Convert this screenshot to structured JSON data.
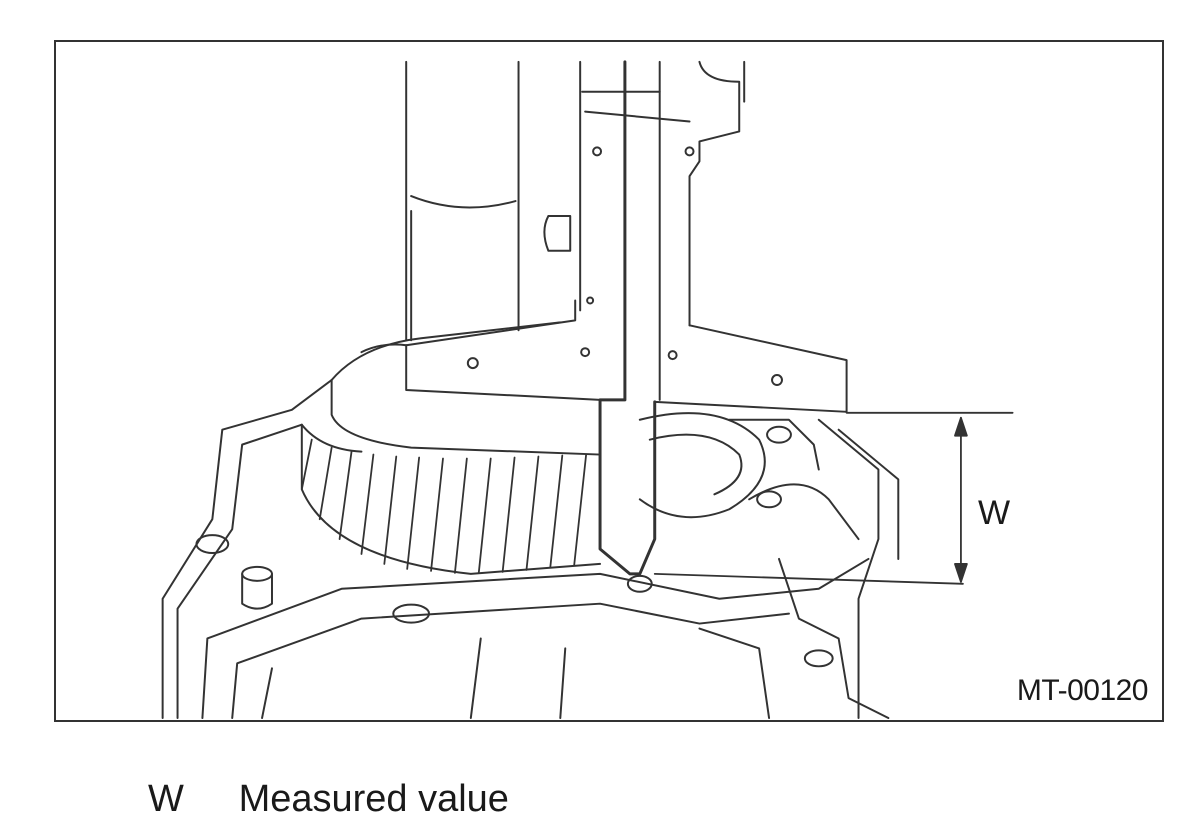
{
  "figure": {
    "dimension_label": "W",
    "code": "MT-00120"
  },
  "legend": {
    "items": [
      {
        "key": "W",
        "text": "Measured value"
      }
    ]
  }
}
